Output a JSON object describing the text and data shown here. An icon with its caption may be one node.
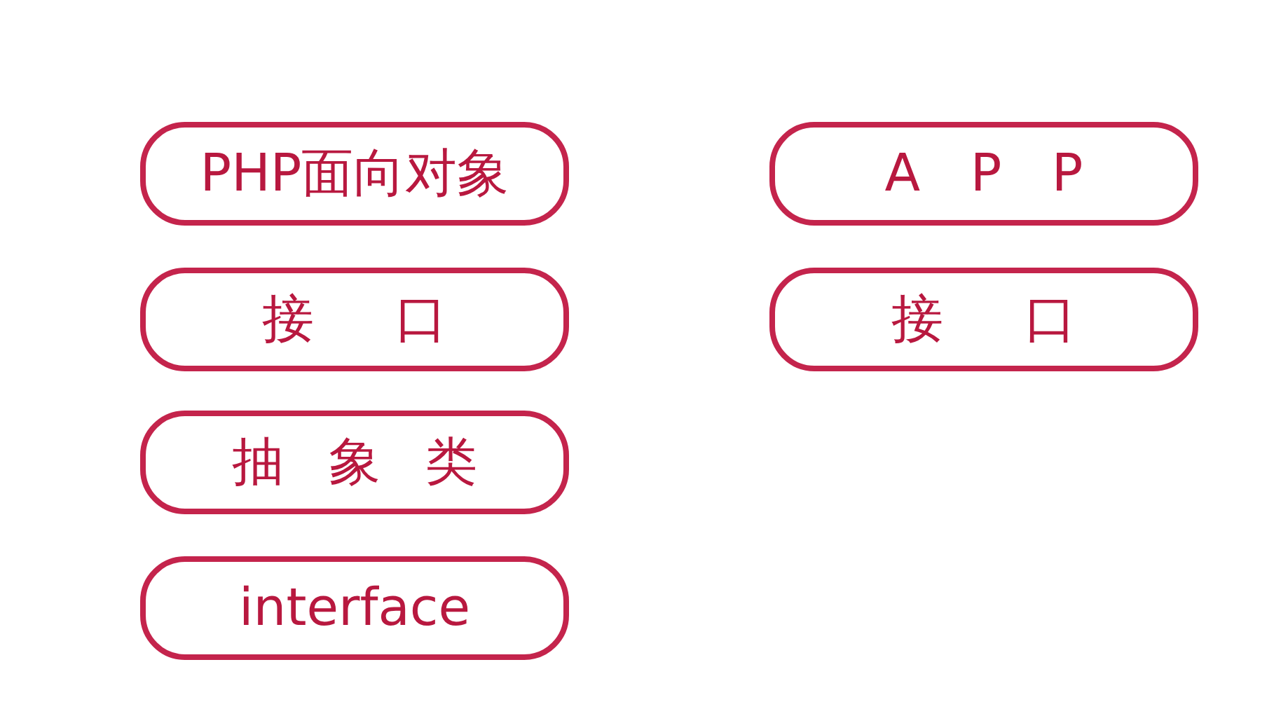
{
  "diagram": {
    "nodes": [
      {
        "text": [
          "PHP面向对象"
        ]
      },
      {
        "text": [
          "接 口"
        ]
      },
      {
        "text": [
          "抽 象 类"
        ]
      },
      {
        "text": [
          "interface"
        ]
      },
      {
        "text": [
          "A P P"
        ]
      },
      {
        "text": [
          "接 口"
        ]
      }
    ]
  }
}
